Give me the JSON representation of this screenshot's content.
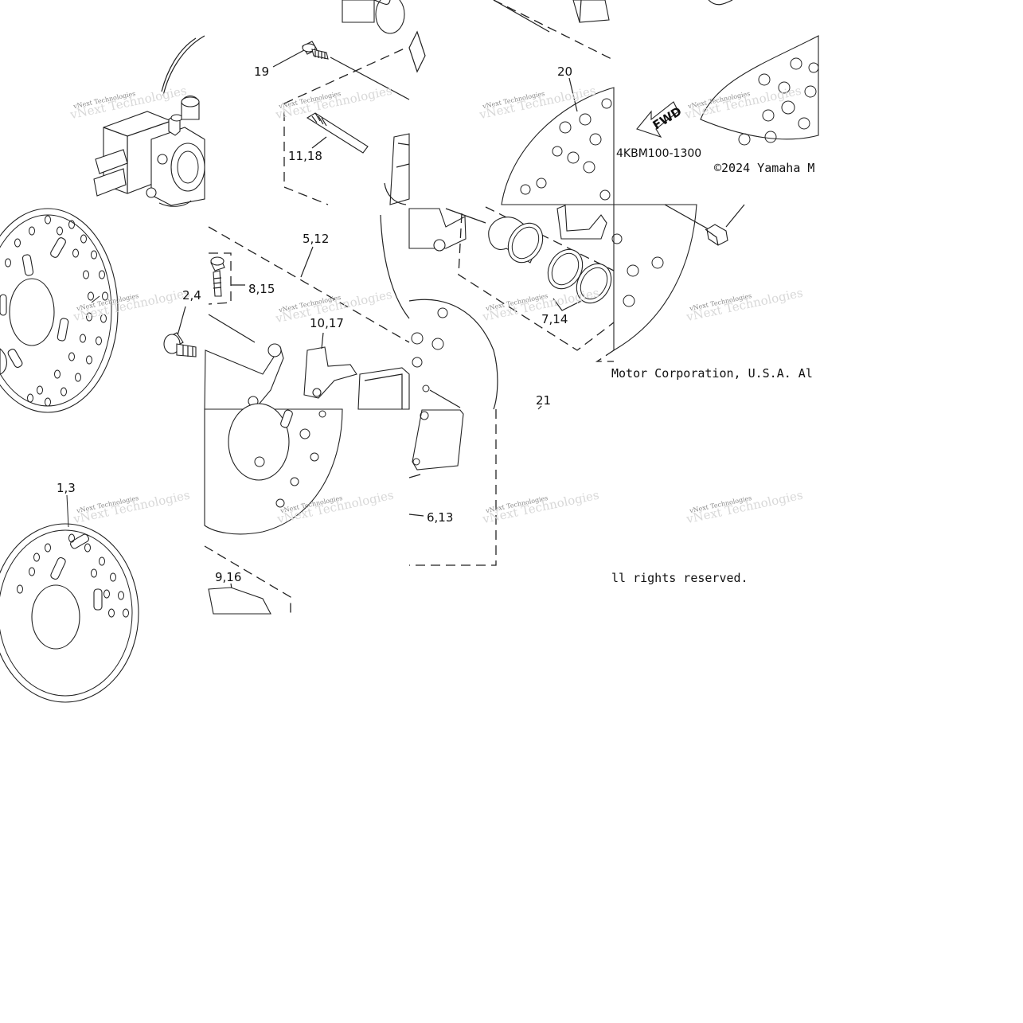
{
  "diagram": {
    "callouts": [
      {
        "id": "19",
        "text": "19"
      },
      {
        "id": "11_18",
        "text": "11,18"
      },
      {
        "id": "20",
        "text": "20"
      },
      {
        "id": "5_12",
        "text": "5,12"
      },
      {
        "id": "8_15",
        "text": "8,15"
      },
      {
        "id": "2_4",
        "text": "2,4"
      },
      {
        "id": "10_17",
        "text": "10,17"
      },
      {
        "id": "7_14",
        "text": "7,14"
      },
      {
        "id": "21",
        "text": "21"
      },
      {
        "id": "1_3",
        "text": "1,3"
      },
      {
        "id": "6_13",
        "text": "6,13"
      },
      {
        "id": "9_16",
        "text": "9,16"
      }
    ],
    "diagram_code": "4KBM100-1300",
    "fwd_label": "FWD",
    "copyright_line1": "©2024 Yamaha M",
    "copyright_line2": "Motor Corporation, U.S.A. Al",
    "copyright_line3": "ll rights reserved.",
    "watermark_text": "vNext Technologies"
  }
}
